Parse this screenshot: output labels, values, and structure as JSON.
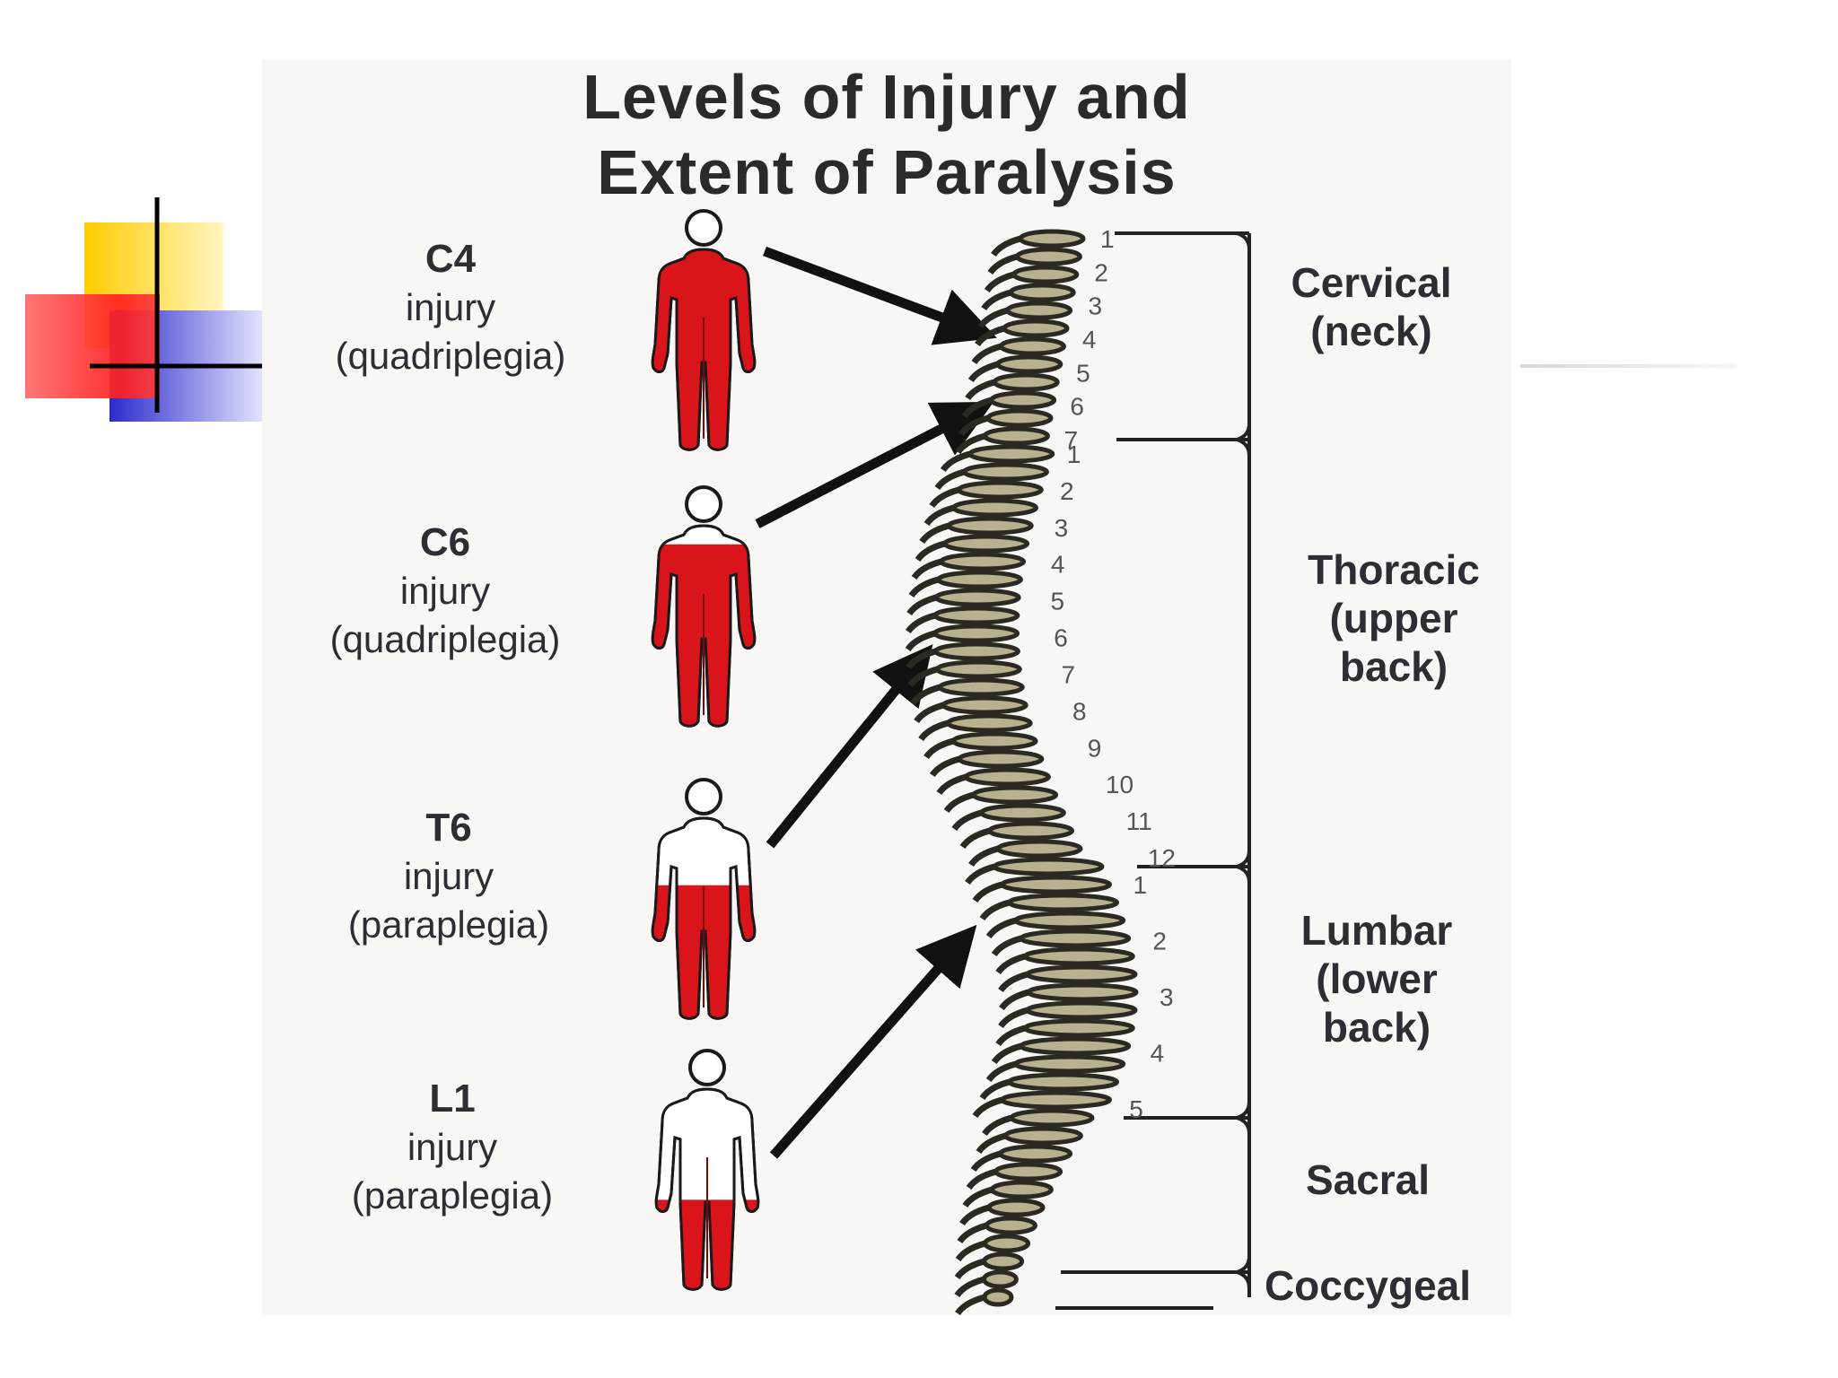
{
  "title": {
    "line1": "Levels of Injury and",
    "line2": "Extent of Paralysis"
  },
  "injuries": [
    {
      "level": "C4",
      "word": "injury",
      "type": "(quadriplegia)",
      "paralysis": "full body below head"
    },
    {
      "level": "C6",
      "word": "injury",
      "type": "(quadriplegia)",
      "paralysis": "below shoulders"
    },
    {
      "level": "T6",
      "word": "injury",
      "type": "(paraplegia)",
      "paralysis": "below chest"
    },
    {
      "level": "L1",
      "word": "injury",
      "type": "(paraplegia)",
      "paralysis": "legs"
    }
  ],
  "regions": [
    {
      "name": "Cervical",
      "sub1": "(neck)",
      "sub2": ""
    },
    {
      "name": "Thoracic",
      "sub1": "(upper",
      "sub2": "back)"
    },
    {
      "name": "Lumbar",
      "sub1": "(lower",
      "sub2": "back)"
    },
    {
      "name": "Sacral",
      "sub1": "",
      "sub2": ""
    },
    {
      "name": "Coccygeal",
      "sub1": "",
      "sub2": ""
    }
  ],
  "vertebra_numbers": {
    "cervical": [
      "1",
      "2",
      "3",
      "4",
      "5",
      "6",
      "7"
    ],
    "thoracic": [
      "1",
      "2",
      "3",
      "4",
      "5",
      "6",
      "7",
      "8",
      "9",
      "10",
      "11",
      "12"
    ],
    "lumbar": [
      "1",
      "2",
      "3",
      "4",
      "5"
    ]
  },
  "colors": {
    "paralysis": "#d9151b",
    "outline": "#1a1a1a",
    "bone": "#b9b08f",
    "bone_dark": "#2b2a22",
    "accent_yellow": "#ffcc00",
    "accent_red": "#ff2a2a",
    "accent_blue": "#2b2bcc"
  },
  "icons": {
    "deco": "slide-corner-squares-icon"
  }
}
